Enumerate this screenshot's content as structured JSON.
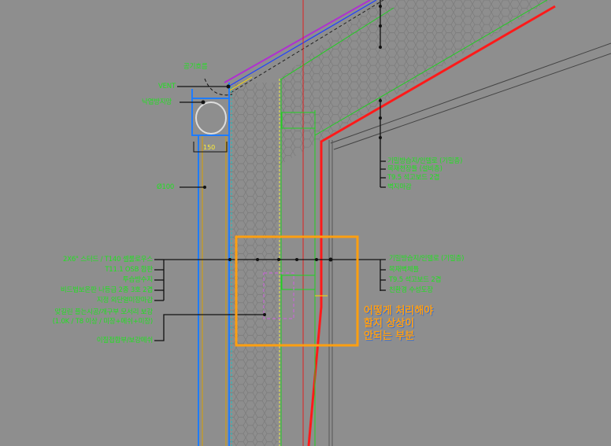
{
  "top_labels": {
    "airflow": "공기흐름",
    "vent": "VENT",
    "leaf_guard": "낙엽방지망",
    "dimension": "150",
    "pipe": "Ø100"
  },
  "ceiling_labels": [
    "기밀방습지/인텔로 (기밀층)",
    "목재천장틀 (설비층)",
    "T9.5 석고보드 2겹",
    "벽지마감"
  ],
  "wall_inner_labels": [
    "기밀방습지/인텔로 (기밀층)",
    "목재벽체틀",
    "T9.5 석고보드 2겹",
    "친환경 수성도장"
  ],
  "wall_outer_labels": [
    "2X6\" 스터드 / T140 셀룰로우스",
    "T11.1 OSB 합판",
    "투습방수지",
    "비드법보온판 나등급 2종 3호 2겹",
    "지정 외단열미장마감"
  ],
  "corner_labels": [
    "맞길린 플는시공/개구부 모서리 보강",
    "(1.0K / T8 이상 / 미장+메쉬+미장)",
    "이질접합부/보강메쉬"
  ],
  "note": [
    "어떻게 처리해야",
    "할지 상상이",
    "안되는 부분"
  ],
  "colors": {
    "background": "#8e8e8e",
    "label": "#22e022",
    "note": "#ff9f10",
    "highlight_box": "#ff9f10",
    "red_line": "#ff1a1a"
  }
}
